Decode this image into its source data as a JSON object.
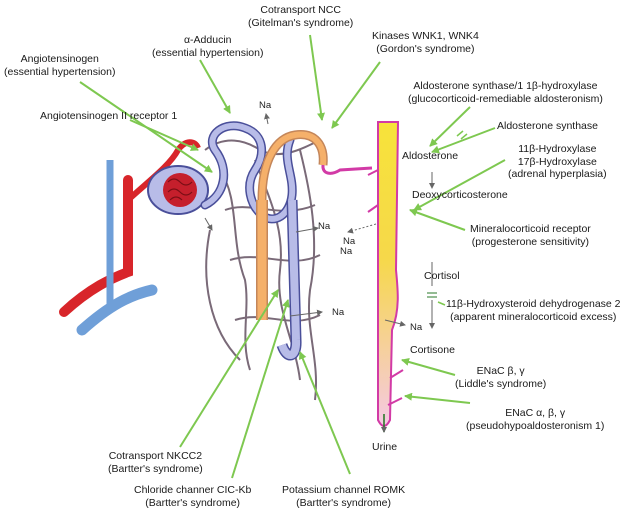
{
  "labels": {
    "cotransport_ncc": [
      "Cotransport NCC",
      "(Gitelman's syndrome)"
    ],
    "kinases_wnk": [
      "Kinases WNK1, WNK4",
      "(Gordon's syndrome)"
    ],
    "angiotensinogen": [
      "Angiotensinogen",
      "(essential hypertension)"
    ],
    "alpha_adducin": [
      "α-Adducin",
      "(essential hypertension)"
    ],
    "angiotensin_receptor": [
      "Angiotensinogen II receptor 1"
    ],
    "aldosterone_synthase_1b": [
      "Aldosterone synthase/1 1β-hydroxylase",
      "(glucocorticoid-remediable aldosteronism)"
    ],
    "aldosterone_synthase": [
      "Aldosterone synthase"
    ],
    "aldosterone": [
      "Aldosterone"
    ],
    "hydroxylase_11_17": [
      "11β-Hydroxylase",
      "17β-Hydroxylase",
      "(adrenal hyperplasia)"
    ],
    "deoxycorticosterone": [
      "Deoxycorticosterone"
    ],
    "mineralocorticoid_receptor": [
      "Mineralocorticoid receptor",
      "(progesterone sensitivity)"
    ],
    "cortisol": [
      "Cortisol"
    ],
    "hsd11b2": [
      "11β-Hydroxysteroid dehydrogenase 2",
      "(apparent mineralocorticoid excess)"
    ],
    "cortisone": [
      "Cortisone"
    ],
    "enac_beta_gamma": [
      "ENaC β, γ",
      "(Liddle's syndrome)"
    ],
    "enac_alpha_beta_gamma": [
      "ENaC α, β, γ",
      "(pseudohypoaldosteronism 1)"
    ],
    "urine": [
      "Urine"
    ],
    "nkcc2": [
      "Cotransport NKCC2",
      "(Bartter's syndrome)"
    ],
    "clc_kb": [
      "Chloride channer CIC-Kb",
      "(Bartter's syndrome)"
    ],
    "romk": [
      "Potassium channel ROMK",
      "(Bartter's syndrome)"
    ]
  },
  "na_labels": [
    "Na",
    "Na",
    "Na",
    "Na",
    "Na",
    "Na"
  ],
  "colors": {
    "arrow_green": "#7ec850",
    "artery_red": "#d8252a",
    "vein_blue": "#6f9fd8",
    "tubule_lavender": "#b8bce8",
    "tubule_orange": "#f5b06a",
    "collecting_yellow": "#f7e33a",
    "collecting_magenta": "#d23aa6",
    "capillary_tan": "#c8a882"
  }
}
